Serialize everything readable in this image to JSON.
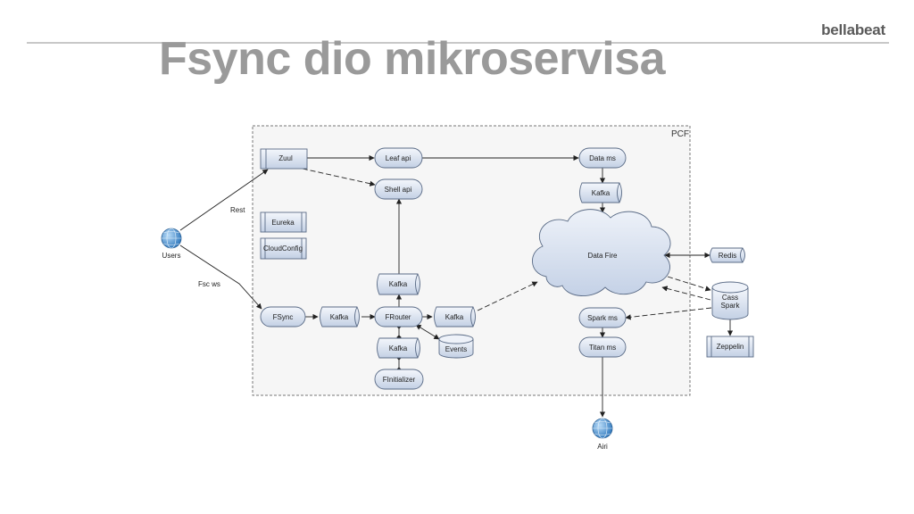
{
  "slide": {
    "title": "Fsync dio mikroservisa",
    "logo": "bellabeat"
  },
  "diagram": {
    "container_label": "PCF",
    "colors": {
      "node_fill_top": "#f4f7fc",
      "node_fill_bottom": "#c3d0e4",
      "node_stroke": "#5a6b86",
      "edge": "#222222",
      "pcf_border": "#777777",
      "pcf_fill": "#f6f6f6",
      "globe": "#3f88c9"
    },
    "nodes": {
      "zuul": "Zuul",
      "leafapi": "Leaf api",
      "datams": "Data ms",
      "shellapi": "Shell api",
      "kafka_data": "Kafka",
      "eureka": "Eureka",
      "cloudconfig": "CloudConfig",
      "datafire": "Data Fire",
      "redis": "Redis",
      "kafka_up": "Kafka",
      "cass": "Cass",
      "spark_node": "Spark",
      "fsync": "FSync",
      "kafka_fsync": "Kafka",
      "frouter": "FRouter",
      "kafka_frouter": "Kafka",
      "sparkms": "Spark ms",
      "events": "Events",
      "kafka_down": "Kafka",
      "titanms": "Titan ms",
      "zeppelin": "Zeppelin",
      "finitializer": "FInitializer",
      "users": "Users",
      "airi": "Airi"
    },
    "edge_labels": {
      "rest": "Rest",
      "fsw": "Fsc ws"
    },
    "icons": {
      "users": "globe-icon",
      "airi": "globe-icon"
    }
  }
}
